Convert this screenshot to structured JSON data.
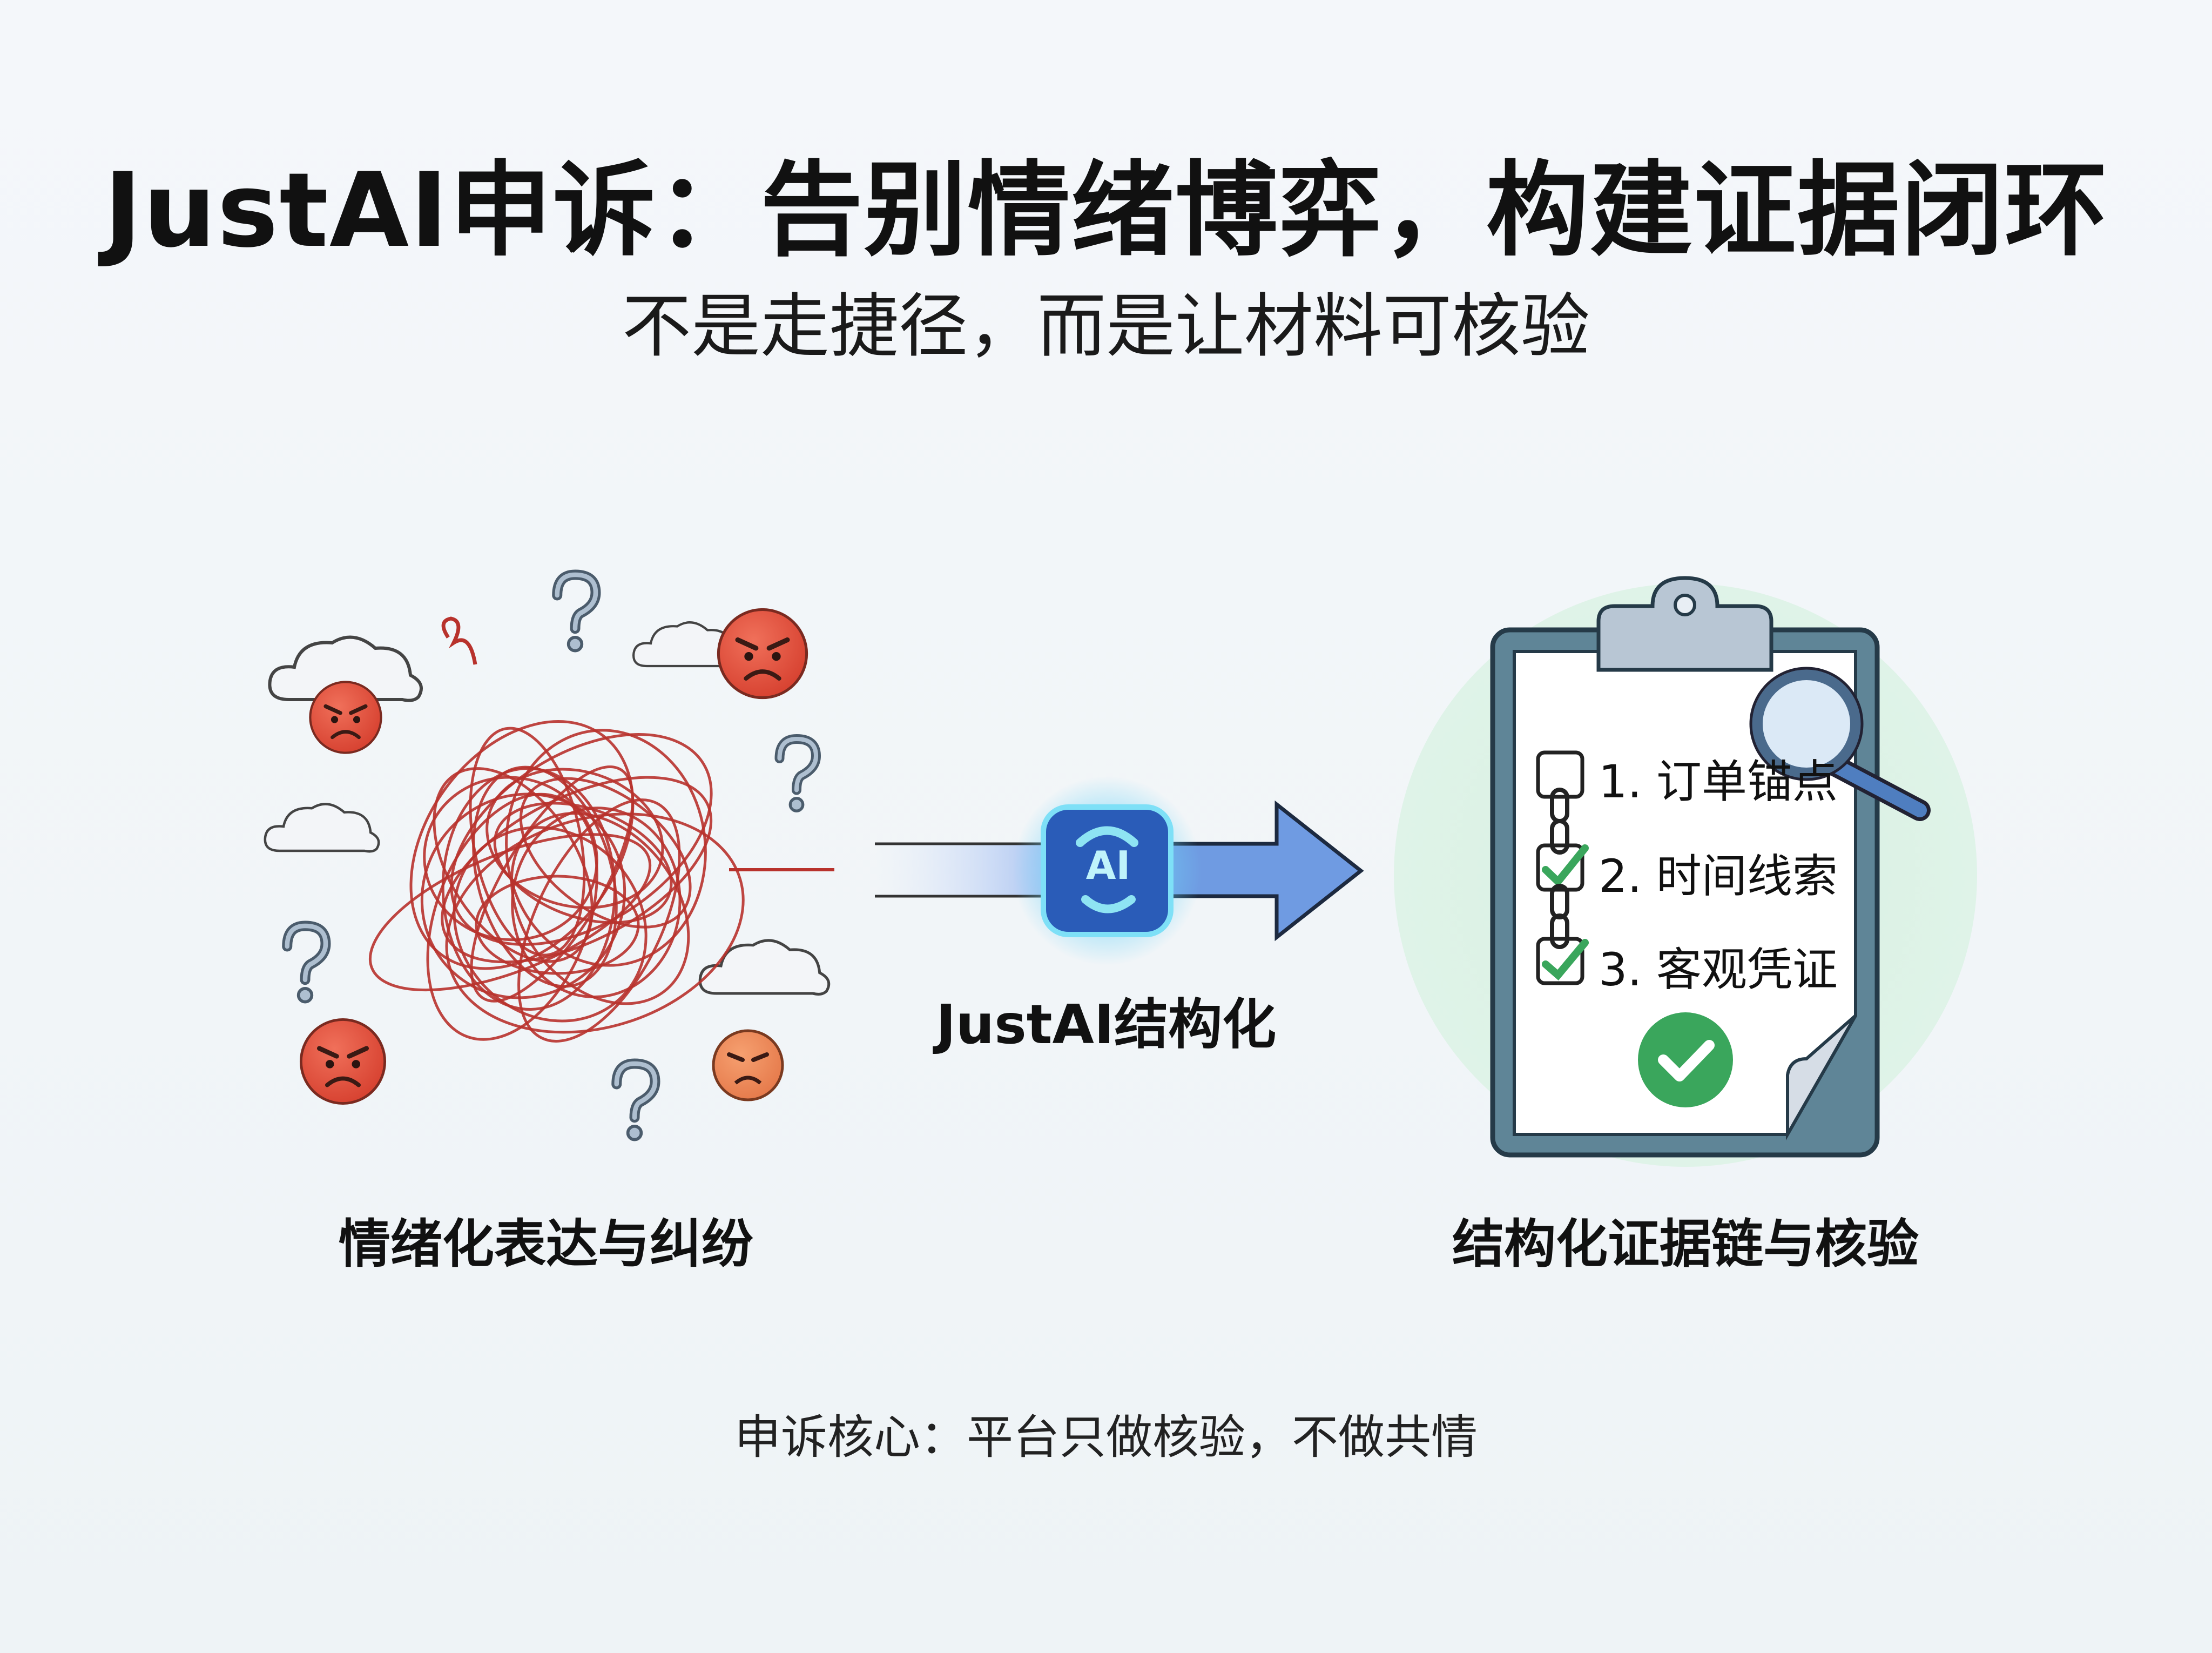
{
  "title": "JustAI申诉：告别情绪博弈，构建证据闭环",
  "subtitle": "不是走捷径，而是让材料可核验",
  "left_panel": {
    "label": "情绪化表达与纠纷",
    "icons": [
      "tangle-icon",
      "angry-face-icon",
      "cloud-icon",
      "question-mark-icon"
    ]
  },
  "center": {
    "badge_text": "AI",
    "label": "JustAI结构化"
  },
  "right_panel": {
    "label": "结构化证据链与核验",
    "checklist": [
      {
        "text": "1. 订单锚点",
        "checked": false
      },
      {
        "text": "2. 时间线索",
        "checked": true
      },
      {
        "text": "3. 客观凭证",
        "checked": true
      }
    ]
  },
  "footer": "申诉核心：平台只做核验，不做共情",
  "colors": {
    "accent_blue": "#5b8fdc",
    "badge_blue": "#2356b0",
    "green": "#3aa65c",
    "tangle_red": "#b8322c",
    "clipboard": "#5f8597"
  }
}
